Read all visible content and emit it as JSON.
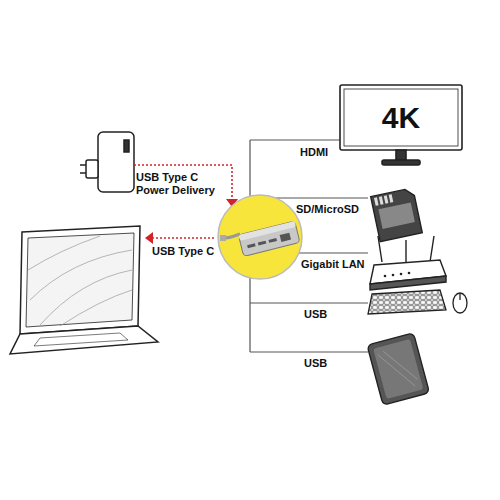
{
  "diagram": {
    "nodes": [
      {
        "text": [
          "4K"
        ]
      }
    ],
    "labels": [
      "USB Type C Power Delivery",
      "USB Type C",
      "HDMI",
      "SD/MicroSD",
      "Gigabit LAN",
      "USB",
      "USB"
    ]
  }
}
